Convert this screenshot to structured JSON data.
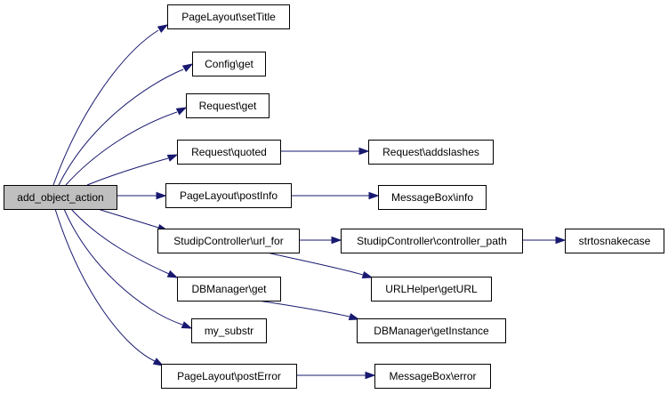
{
  "graph": {
    "root": "add_object_action",
    "nodes": {
      "root": "add_object_action",
      "set_title": "PageLayout\\setTitle",
      "config_get": "Config\\get",
      "request_get": "Request\\get",
      "request_quoted": "Request\\quoted",
      "request_addslashes": "Request\\addslashes",
      "post_info": "PageLayout\\postInfo",
      "messagebox_info": "MessageBox\\info",
      "url_for": "StudipController\\url_for",
      "controller_path": "StudipController\\controller_path",
      "strtosnakecase": "strtosnakecase",
      "urlhelper_geturl": "URLHelper\\getURL",
      "dbmanager_get": "DBManager\\get",
      "dbmanager_getinstance": "DBManager\\getInstance",
      "my_substr": "my_substr",
      "post_error": "PageLayout\\postError",
      "messagebox_error": "MessageBox\\error"
    },
    "edges": [
      [
        "root",
        "set_title"
      ],
      [
        "root",
        "config_get"
      ],
      [
        "root",
        "request_get"
      ],
      [
        "root",
        "request_quoted"
      ],
      [
        "request_quoted",
        "request_addslashes"
      ],
      [
        "root",
        "post_info"
      ],
      [
        "post_info",
        "messagebox_info"
      ],
      [
        "root",
        "url_for"
      ],
      [
        "url_for",
        "controller_path"
      ],
      [
        "controller_path",
        "strtosnakecase"
      ],
      [
        "url_for",
        "urlhelper_geturl"
      ],
      [
        "root",
        "dbmanager_get"
      ],
      [
        "dbmanager_get",
        "dbmanager_getinstance"
      ],
      [
        "root",
        "my_substr"
      ],
      [
        "root",
        "post_error"
      ],
      [
        "post_error",
        "messagebox_error"
      ]
    ]
  },
  "colors": {
    "edge": "#191970",
    "root_fill": "#bfbfbf",
    "node_fill": "#ffffff",
    "node_border": "#000000"
  }
}
